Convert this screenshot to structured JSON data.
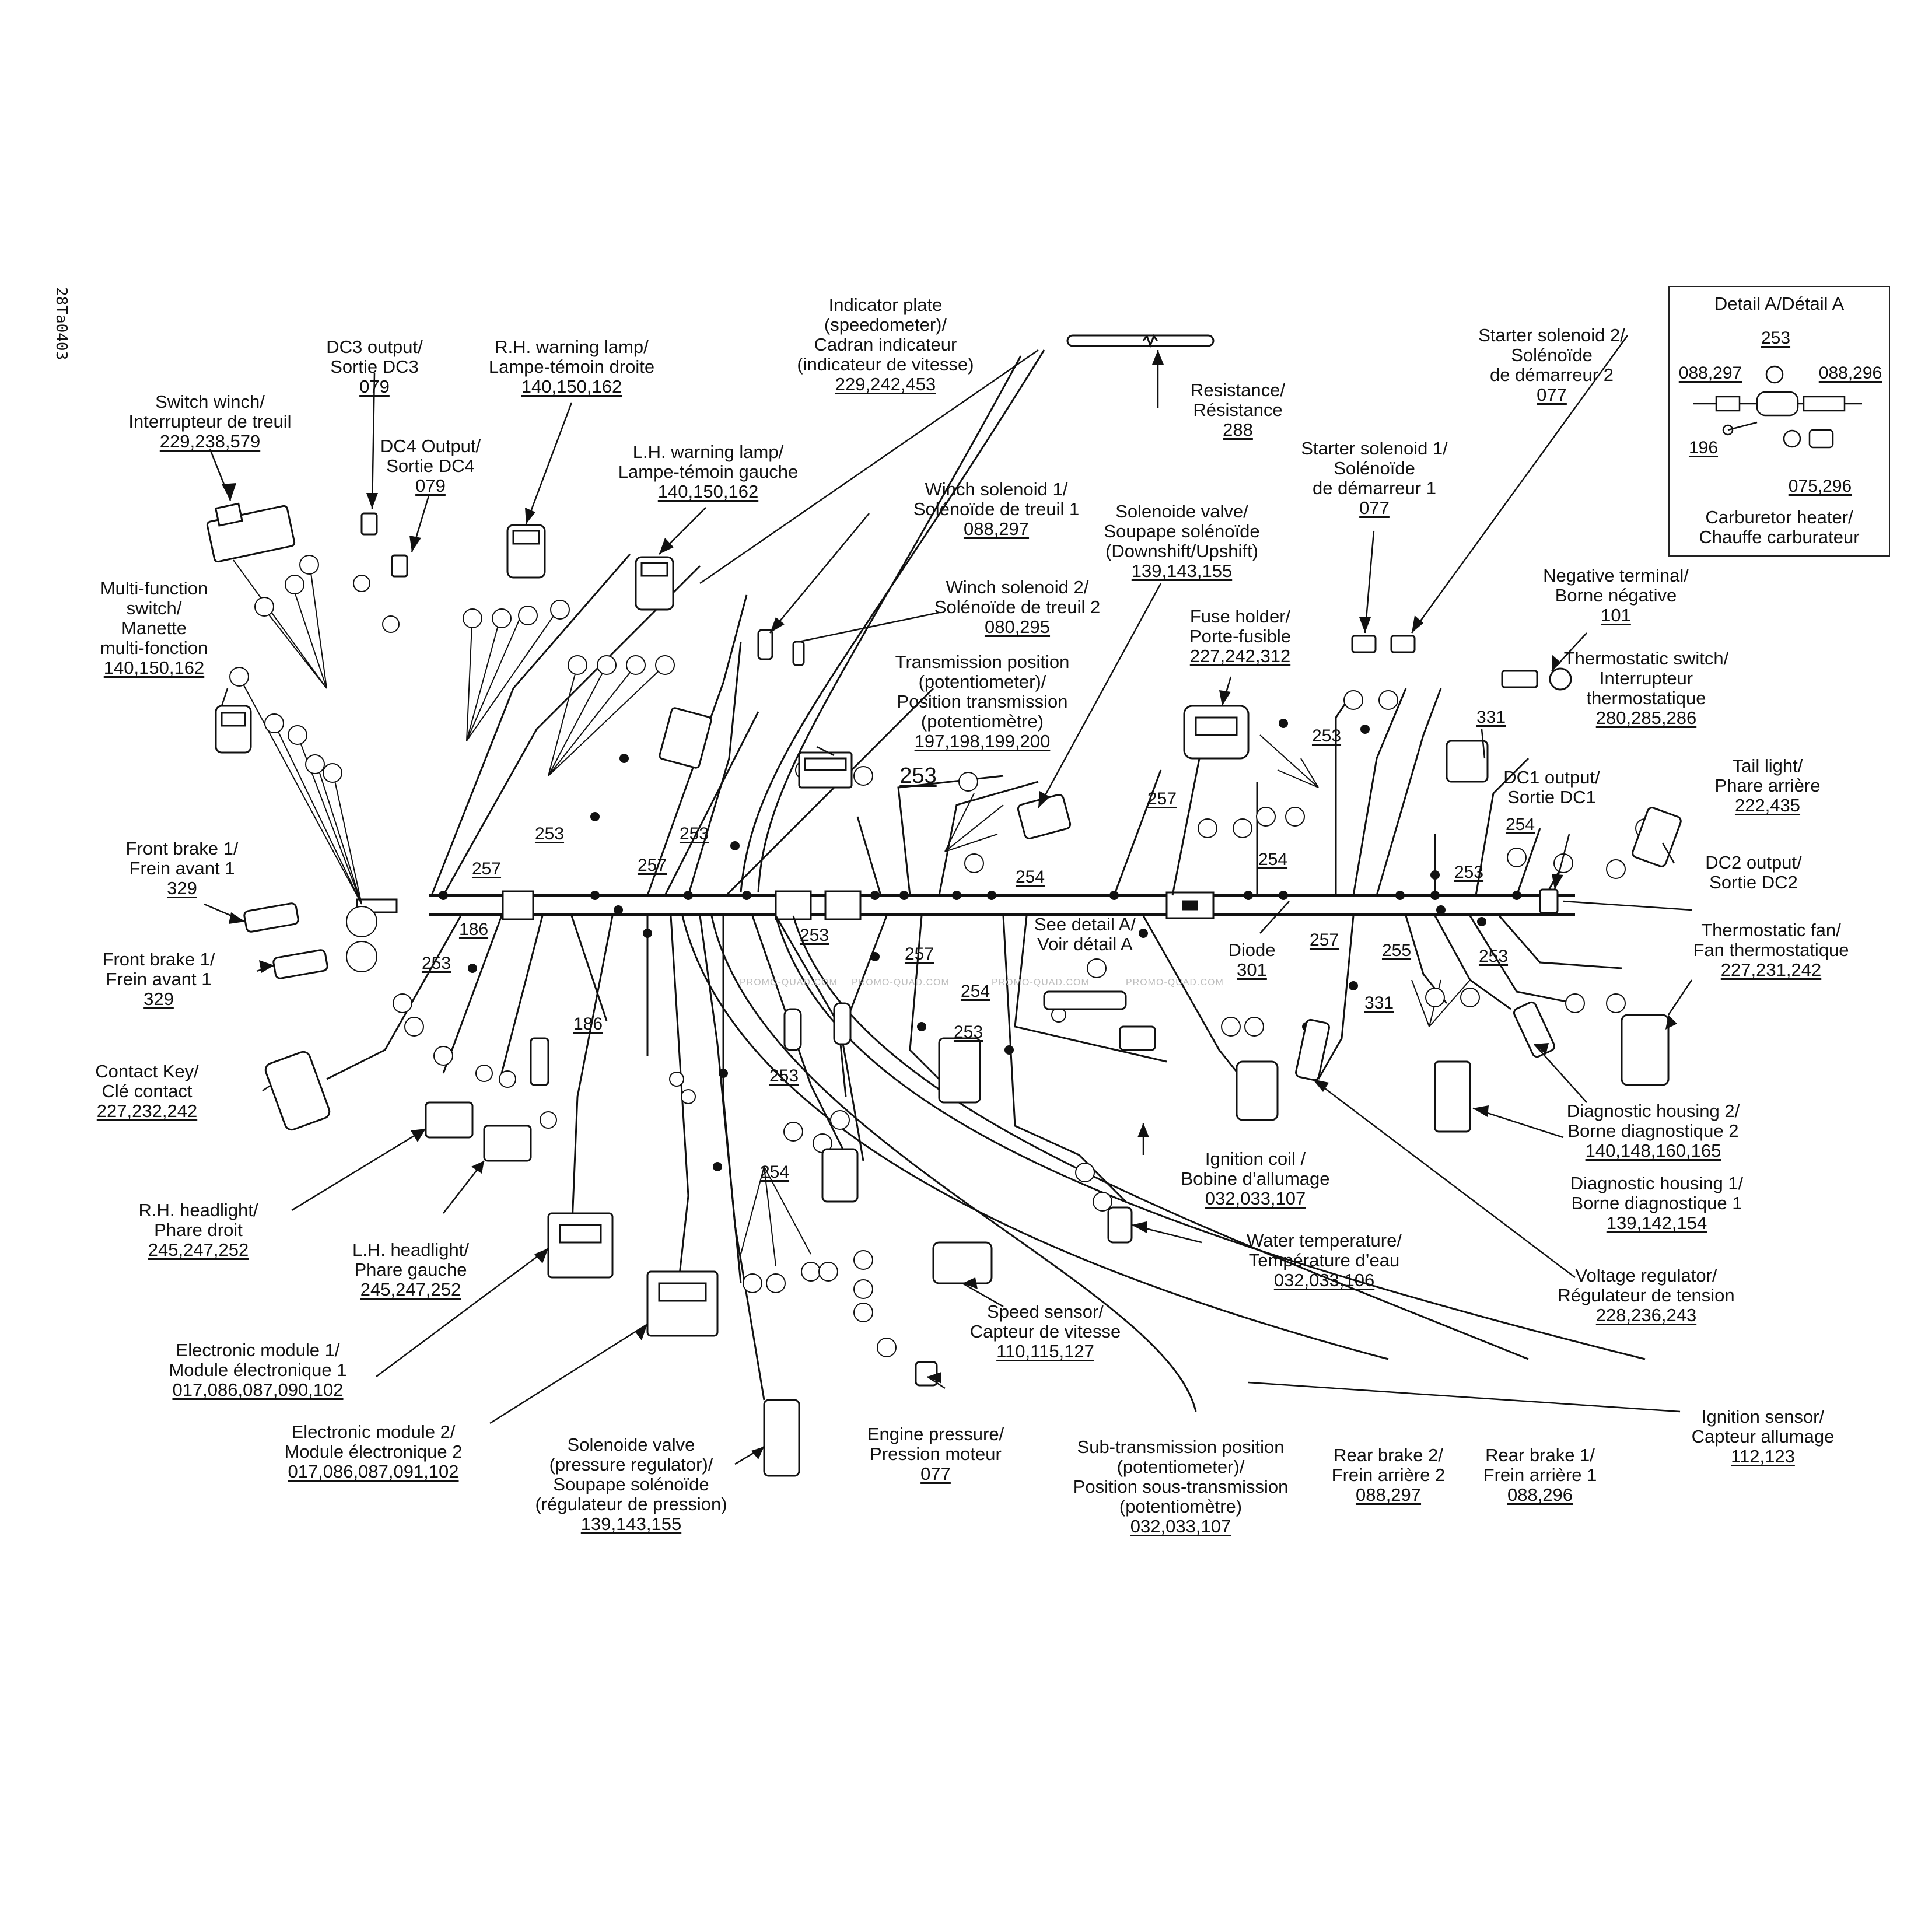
{
  "drawing_code": "28Ta0403",
  "watermark": "PROMO-QUAD.COM",
  "detail_box": {
    "title": "Detail A/Détail A",
    "refs": [
      "253",
      "088,297",
      "088,296",
      "196",
      "075,296"
    ],
    "label": [
      "Carburetor heater/",
      "Chauffe carburateur"
    ]
  },
  "labels": [
    {
      "id": "switch-winch",
      "lines": [
        "Switch winch/",
        "Interrupteur de treuil"
      ],
      "num": "229,238,579"
    },
    {
      "id": "dc3-output",
      "lines": [
        "DC3 output/",
        "Sortie DC3"
      ],
      "num": "079"
    },
    {
      "id": "dc4-output",
      "lines": [
        "DC4 Output/",
        "Sortie DC4"
      ],
      "num": "079"
    },
    {
      "id": "rh-warning-lamp",
      "lines": [
        "R.H. warning lamp/",
        "Lampe-témoin droite"
      ],
      "num": "140,150,162"
    },
    {
      "id": "lh-warning-lamp",
      "lines": [
        "L.H. warning lamp/",
        "Lampe-témoin gauche"
      ],
      "num": "140,150,162"
    },
    {
      "id": "indicator-plate",
      "lines": [
        "Indicator plate",
        "(speedometer)/",
        "Cadran indicateur",
        "(indicateur de vitesse)"
      ],
      "num": "229,242,453"
    },
    {
      "id": "resistance",
      "lines": [
        "Resistance/",
        "Résistance"
      ],
      "num": "288"
    },
    {
      "id": "starter-solenoid-2",
      "lines": [
        "Starter solenoid 2/",
        "Solénoïde",
        "de démarreur 2"
      ],
      "num": "077"
    },
    {
      "id": "starter-solenoid-1",
      "lines": [
        "Starter solenoid 1/",
        "Solénoïde",
        "de démarreur 1"
      ],
      "num": "077"
    },
    {
      "id": "multi-function-switch",
      "lines": [
        "Multi-function",
        "switch/",
        "Manette",
        "multi-fonction"
      ],
      "num": "140,150,162"
    },
    {
      "id": "winch-solenoid-1",
      "lines": [
        "Winch solenoid 1/",
        "Solénoïde de treuil 1"
      ],
      "num": "088,297"
    },
    {
      "id": "solenoide-valve-shift",
      "lines": [
        "Solenoide valve/",
        "Soupape solénoïde",
        "(Downshift/Upshift)"
      ],
      "num": "139,143,155"
    },
    {
      "id": "winch-solenoid-2",
      "lines": [
        "Winch solenoid 2/",
        "Solénoïde de treuil 2"
      ],
      "num": "080,295"
    },
    {
      "id": "negative-terminal",
      "lines": [
        "Negative terminal/",
        "Borne négative"
      ],
      "num": "101"
    },
    {
      "id": "fuse-holder",
      "lines": [
        "Fuse holder/",
        "Porte-fusible"
      ],
      "num": "227,242,312"
    },
    {
      "id": "thermostatic-switch",
      "lines": [
        "Thermostatic switch/",
        "Interrupteur",
        "thermostatique"
      ],
      "num": "280,285,286"
    },
    {
      "id": "transmission-position",
      "lines": [
        "Transmission position",
        "(potentiometer)/",
        "Position transmission",
        "(potentiomètre)"
      ],
      "num": "197,198,199,200"
    },
    {
      "id": "dc1-output",
      "lines": [
        "DC1 output/",
        "Sortie DC1"
      ],
      "num": ""
    },
    {
      "id": "tail-light",
      "lines": [
        "Tail light/",
        "Phare arrière"
      ],
      "num": "222,435"
    },
    {
      "id": "front-brake-1a",
      "lines": [
        "Front brake 1/",
        "Frein avant 1"
      ],
      "num": "329"
    },
    {
      "id": "dc2-output",
      "lines": [
        "DC2 output/",
        "Sortie DC2"
      ],
      "num": ""
    },
    {
      "id": "see-detail-a",
      "lines": [
        "See detail A/",
        "Voir détail A"
      ],
      "num": ""
    },
    {
      "id": "front-brake-1b",
      "lines": [
        "Front brake 1/",
        "Frein avant 1"
      ],
      "num": "329"
    },
    {
      "id": "diode",
      "lines": [
        "Diode"
      ],
      "num": "301"
    },
    {
      "id": "thermostatic-fan",
      "lines": [
        "Thermostatic fan/",
        "Fan thermostatique"
      ],
      "num": "227,231,242"
    },
    {
      "id": "contact-key",
      "lines": [
        "Contact Key/",
        "Clé contact"
      ],
      "num": "227,232,242"
    },
    {
      "id": "diagnostic-housing-2",
      "lines": [
        "Diagnostic housing 2/",
        "Borne diagnostique 2"
      ],
      "num": "140,148,160,165"
    },
    {
      "id": "ignition-coil",
      "lines": [
        "Ignition coil /",
        "Bobine d’allumage"
      ],
      "num": "032,033,107"
    },
    {
      "id": "diagnostic-housing-1",
      "lines": [
        "Diagnostic housing 1/",
        "Borne diagnostique 1"
      ],
      "num": "139,142,154"
    },
    {
      "id": "rh-headlight",
      "lines": [
        "R.H. headlight/",
        "Phare droit"
      ],
      "num": "245,247,252"
    },
    {
      "id": "water-temperature",
      "lines": [
        "Water temperature/",
        "Température d’eau"
      ],
      "num": "032,033,106"
    },
    {
      "id": "lh-headlight",
      "lines": [
        "L.H. headlight/",
        "Phare gauche"
      ],
      "num": "245,247,252"
    },
    {
      "id": "voltage-regulator",
      "lines": [
        "Voltage regulator/",
        "Régulateur de tension"
      ],
      "num": "228,236,243"
    },
    {
      "id": "speed-sensor",
      "lines": [
        "Speed sensor/",
        "Capteur de vitesse"
      ],
      "num": "110,115,127"
    },
    {
      "id": "electronic-module-1",
      "lines": [
        "Electronic module 1/",
        "Module électronique 1"
      ],
      "num": "017,086,087,090,102"
    },
    {
      "id": "ignition-sensor",
      "lines": [
        "Ignition sensor/",
        "Capteur allumage"
      ],
      "num": "112,123"
    },
    {
      "id": "engine-pressure",
      "lines": [
        "Engine pressure/",
        "Pression moteur"
      ],
      "num": "077"
    },
    {
      "id": "electronic-module-2",
      "lines": [
        "Electronic module 2/",
        "Module électronique 2"
      ],
      "num": "017,086,087,091,102"
    },
    {
      "id": "solenoide-valve-pressure",
      "lines": [
        "Solenoide valve",
        "(pressure regulator)/",
        "Soupape solénoïde",
        "(régulateur de pression)"
      ],
      "num": "139,143,155"
    },
    {
      "id": "sub-transmission-position",
      "lines": [
        "Sub-transmission position",
        "(potentiometer)/",
        "Position sous-transmission",
        "(potentiomètre)"
      ],
      "num": "032,033,107"
    },
    {
      "id": "rear-brake-2",
      "lines": [
        "Rear brake 2/",
        "Frein arrière 2"
      ],
      "num": "088,297"
    },
    {
      "id": "rear-brake-1",
      "lines": [
        "Rear brake 1/",
        "Frein arrière 1"
      ],
      "num": "088,296"
    }
  ],
  "refs": [
    "253",
    "257",
    "186",
    "253",
    "257",
    "253",
    "253",
    "254",
    "257",
    "253",
    "257",
    "254",
    "253",
    "254",
    "257",
    "253",
    "254",
    "255",
    "253",
    "331",
    "331",
    "253",
    "254",
    "253",
    "186",
    "253",
    "254",
    "253"
  ]
}
